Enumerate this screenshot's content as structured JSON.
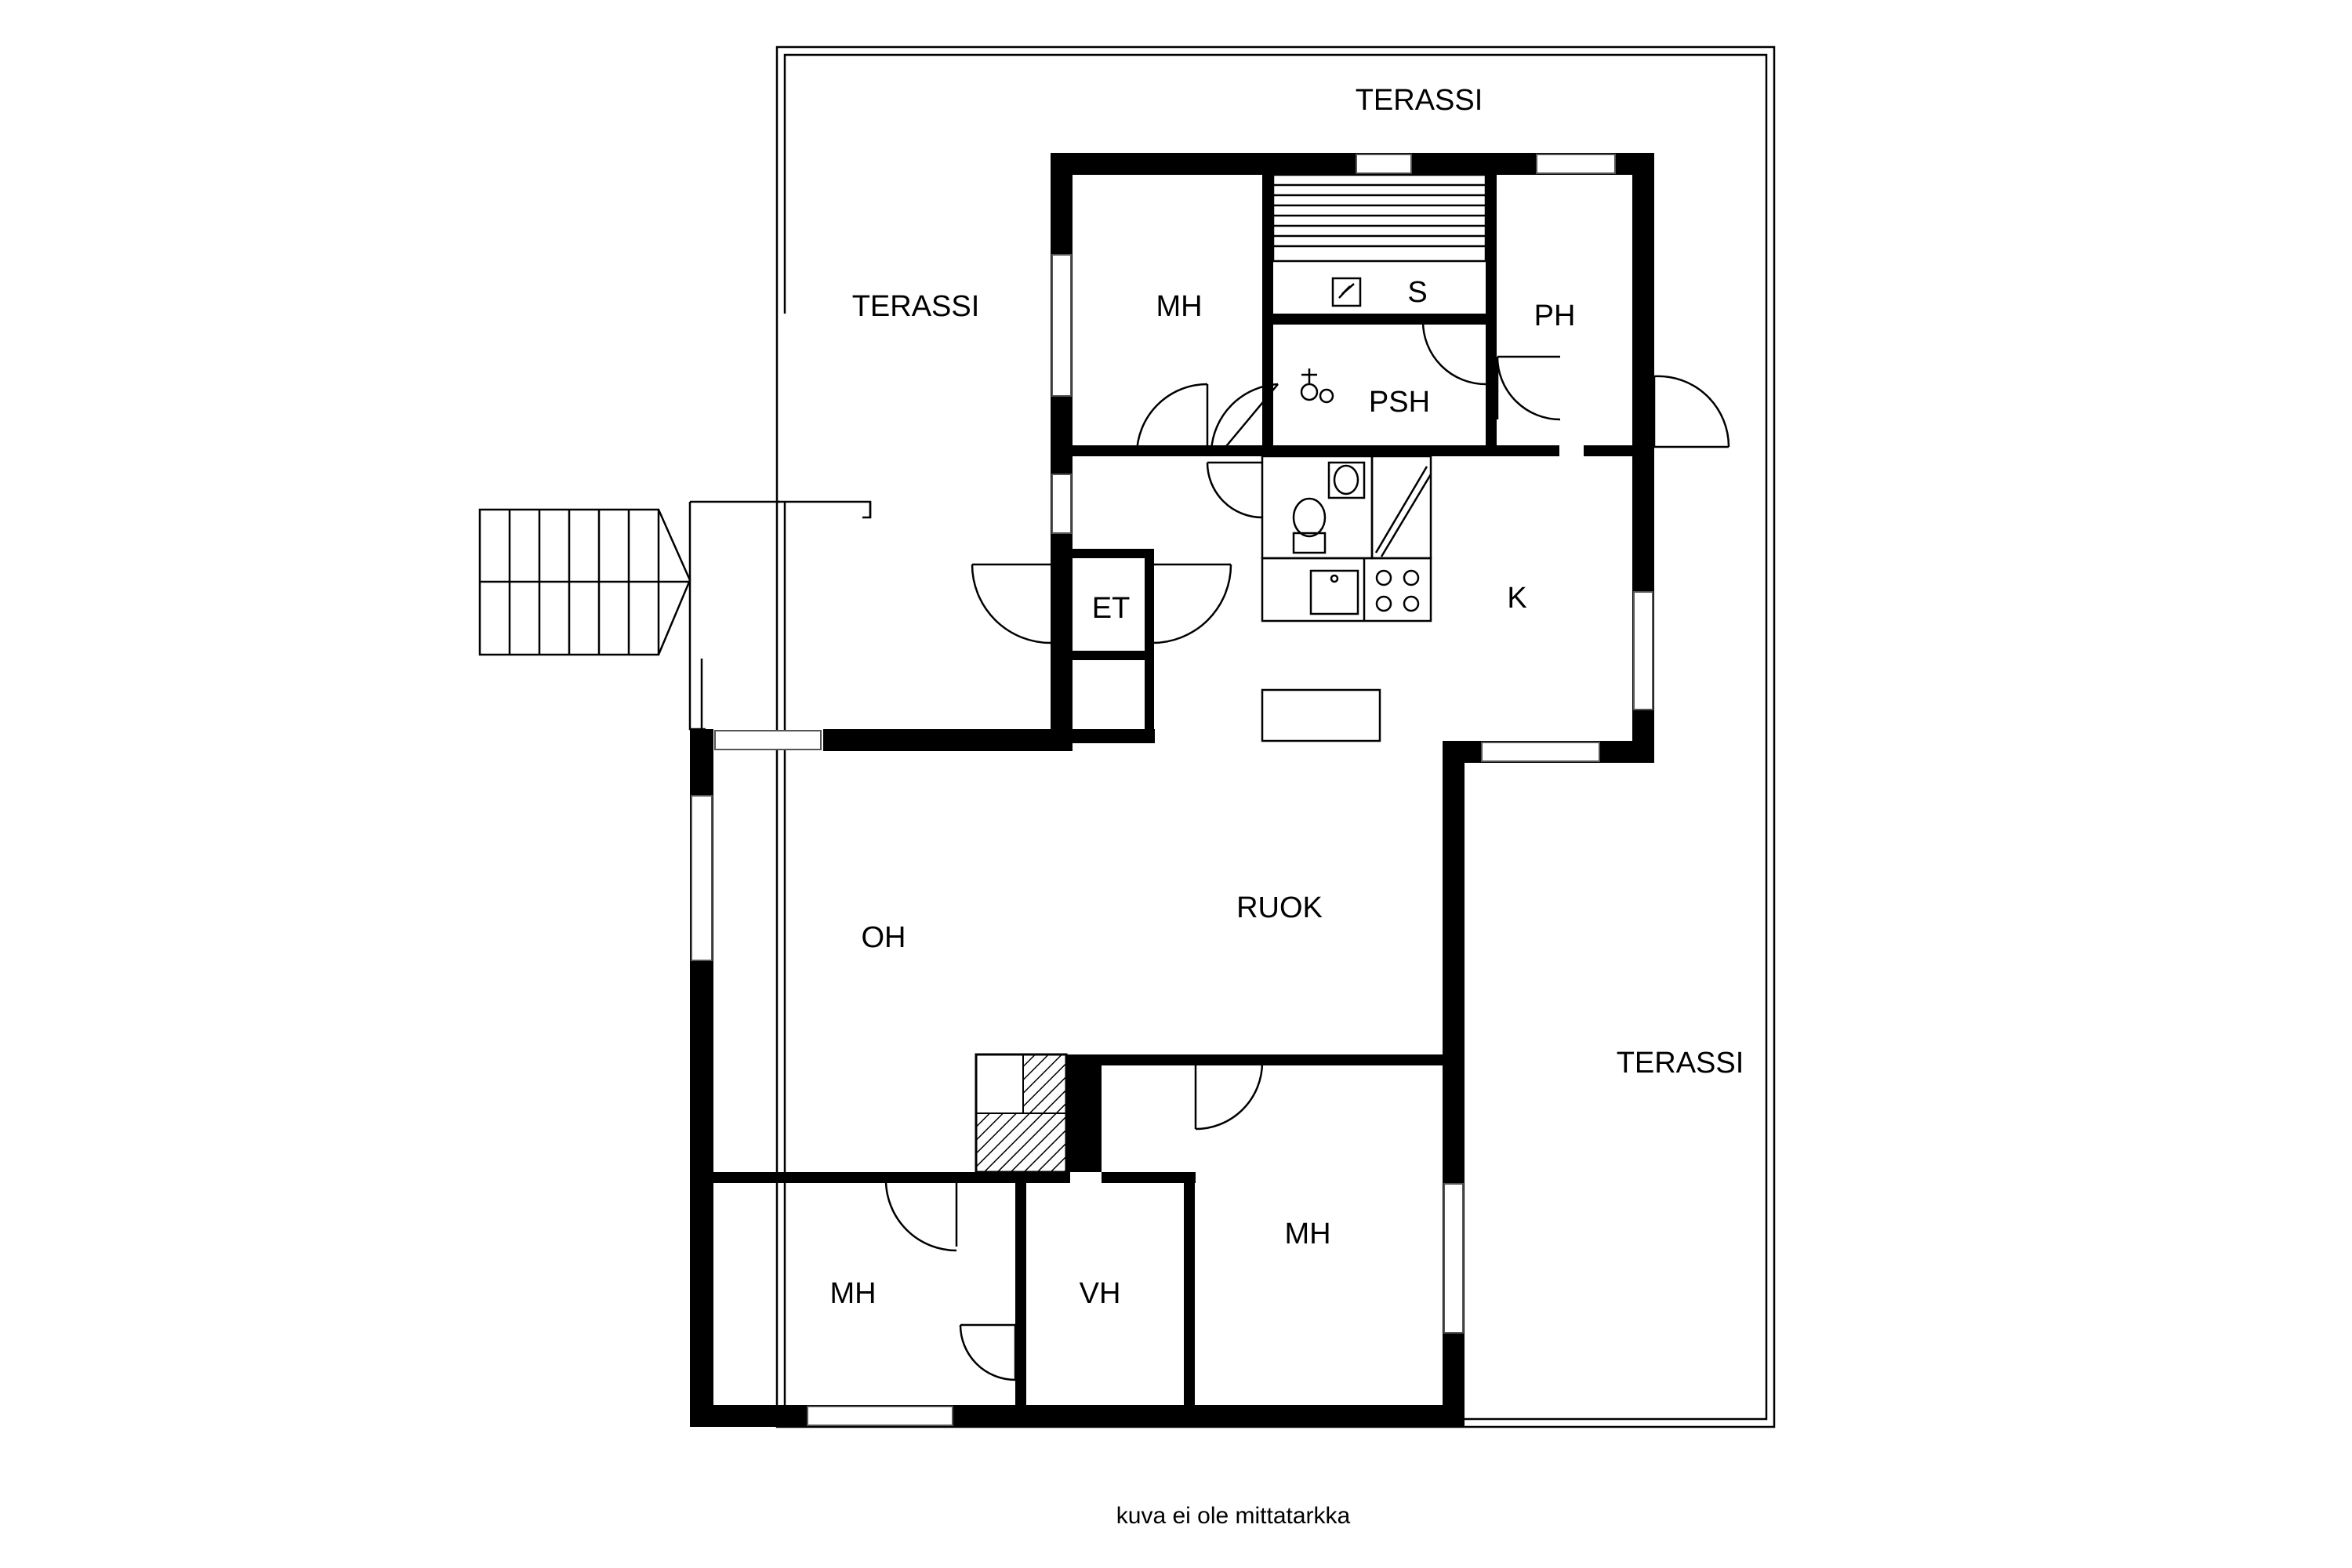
{
  "rooms": {
    "terassi_top": "TERASSI",
    "terassi_left": "TERASSI",
    "terassi_right": "TERASSI",
    "mh_top": "MH",
    "sauna": "S",
    "psh": "PSH",
    "ph": "PH",
    "et": "ET",
    "kitchen": "K",
    "oh": "OH",
    "ruok": "RUOK",
    "mh_bottom_left": "MH",
    "vh": "VH",
    "mh_bottom_right": "MH"
  },
  "caption": "kuva ei ole mittatarkka"
}
